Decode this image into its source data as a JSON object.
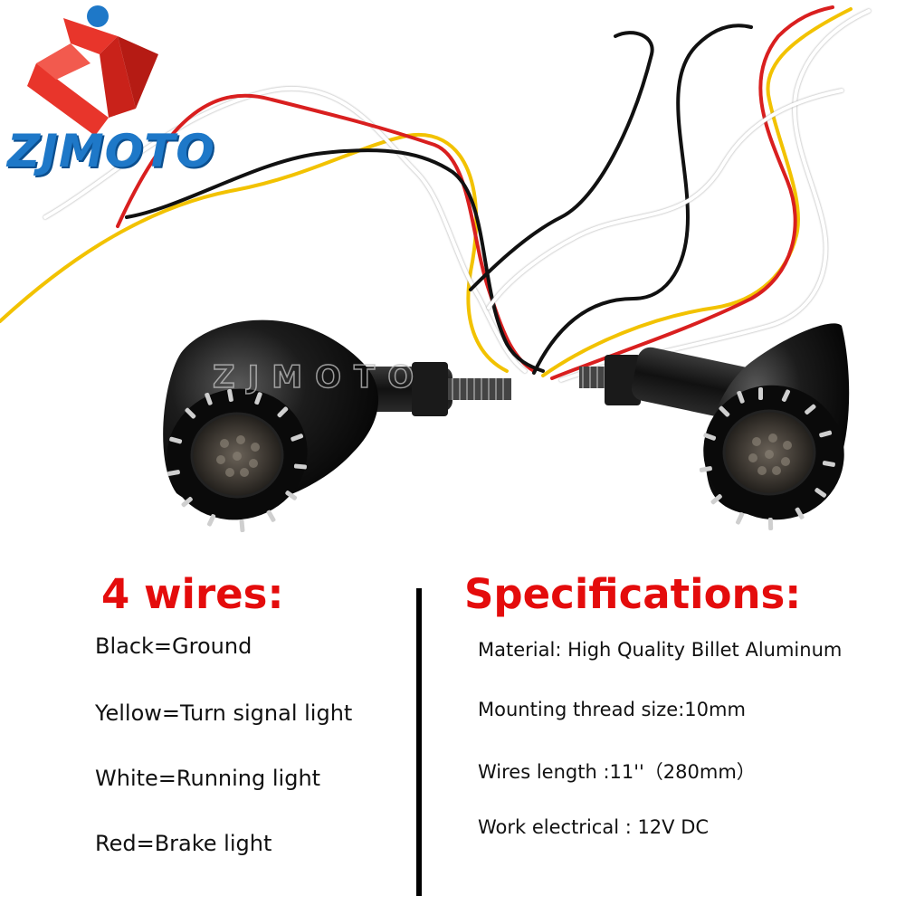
{
  "brand": {
    "name": "ZJMOTO",
    "logo_color": "#e8352b",
    "text_color": "#1e78c8"
  },
  "photo": {
    "subject": "pair of black bullet LED turn signal lights with four-wire harness",
    "watermark": "ZJMOTO",
    "wire_colors": [
      "#111111",
      "#f2c200",
      "#ffffff",
      "#e02020"
    ]
  },
  "wires": {
    "heading": "4 wires:",
    "items": [
      "Black=Ground",
      "Yellow=Turn signal light",
      "White=Running light",
      "Red=Brake light"
    ]
  },
  "specifications": {
    "heading": "Specifications:",
    "items": [
      "Material: High Quality Billet Aluminum",
      "Mounting thread size:10mm",
      "Wires length :11''（280mm）",
      "Work electrical : 12V DC"
    ]
  },
  "colors": {
    "heading": "#e40c0c",
    "text": "#111111",
    "divider": "#000000"
  }
}
